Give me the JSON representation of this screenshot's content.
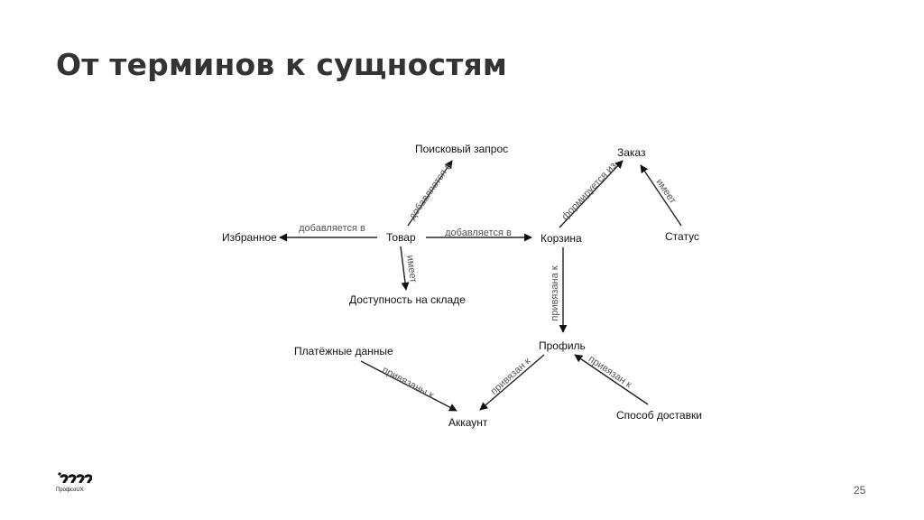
{
  "slide": {
    "title": "От терминов к сущностям",
    "page_number": "25",
    "logo_text": "ПрофсоUX"
  },
  "diagram": {
    "nodes": {
      "search_query": "Поисковый запрос",
      "favorites": "Избранное",
      "product": "Товар",
      "cart": "Корзина",
      "order": "Заказ",
      "status": "Статус",
      "availability": "Доступность на складе",
      "payment_data": "Платёжные данные",
      "profile": "Профиль",
      "account": "Аккаунт",
      "delivery_method": "Способ доставки"
    },
    "edges": {
      "product_to_search": "добавляется в",
      "product_to_favorites": "добавляется в",
      "product_to_cart": "добавляется в",
      "product_to_availability": "имеет",
      "cart_to_order": "формируется из",
      "status_to_order": "имеет",
      "cart_to_profile": "привязана к",
      "payment_to_account": "привязаны к",
      "profile_to_account": "привязан к",
      "delivery_to_profile": "привязан к"
    }
  }
}
